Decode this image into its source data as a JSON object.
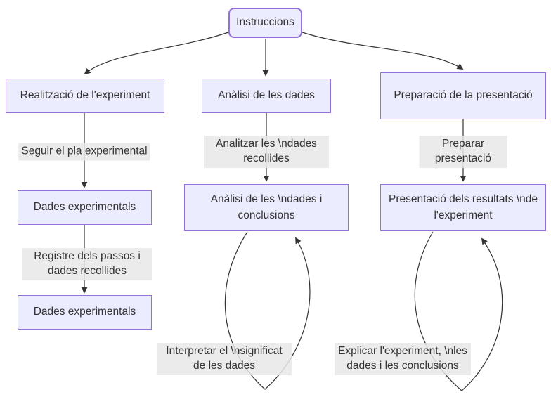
{
  "diagram": {
    "type": "flowchart",
    "root": {
      "label": "Instruccions"
    },
    "columns": [
      {
        "step_label": "Realització de l'experiment",
        "edge1_label": "Seguir el pla experimental",
        "result_label": "Dades experimentals",
        "edge2_label": "Registre dels passos i dades recollides",
        "final_label": "Dades experimentals"
      },
      {
        "step_label": "Anàlisi de les dades",
        "edge1_label": "Analitzar les \\ndades recollides",
        "result_label": "Anàlisi de les \\ndades i conclusions",
        "loop_label": "Interpretar el \\nsignificat de les dades"
      },
      {
        "step_label": "Preparació de la presentació",
        "edge1_label": "Preparar presentació",
        "result_label": "Presentació dels resultats \\nde l'experiment",
        "loop_label": "Explicar l'experiment, \\nles dades i les conclusions"
      }
    ],
    "colors": {
      "node_fill": "#ECECFF",
      "node_border": "#9370DB",
      "edge_line": "#333333",
      "edge_label_bg": "#E8E8E8",
      "text": "#333333",
      "background": "#FFFFFF"
    }
  }
}
